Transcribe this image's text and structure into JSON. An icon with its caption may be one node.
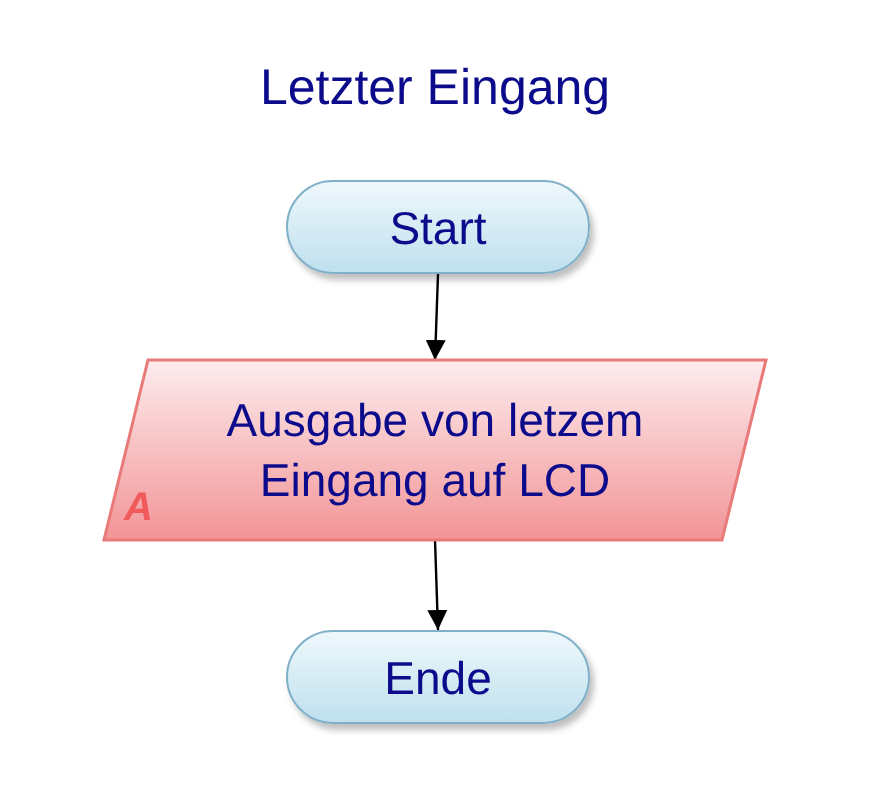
{
  "diagram": {
    "title": "Letzter Eingang",
    "nodes": [
      {
        "text": [
          "Start"
        ]
      },
      {
        "text": [
          "Ausgabe von letzem Eingang auf LCD",
          "A"
        ]
      },
      {
        "text": [
          "Ende"
        ]
      }
    ],
    "edges": [
      {
        "from": 0,
        "to": 1,
        "arrow": "to"
      },
      {
        "from": 1,
        "to": 2,
        "arrow": "to"
      }
    ]
  }
}
